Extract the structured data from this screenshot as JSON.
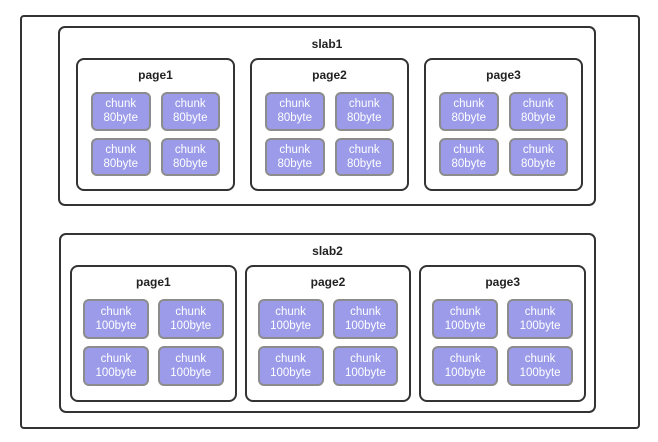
{
  "diagram": {
    "colors": {
      "canvas_bg": "#ffffff",
      "box_border": "#333333",
      "label_text": "#222222",
      "chunk_fill": "#9b9bea",
      "chunk_border": "#8c8c8c",
      "chunk_text": "#ffffff"
    },
    "slabs": [
      {
        "title": "slab1",
        "pages": [
          {
            "title": "page1",
            "chunks": [
              {
                "line1": "chunk",
                "line2": "80byte"
              },
              {
                "line1": "chunk",
                "line2": "80byte"
              },
              {
                "line1": "chunk",
                "line2": "80byte"
              },
              {
                "line1": "chunk",
                "line2": "80byte"
              }
            ]
          },
          {
            "title": "page2",
            "chunks": [
              {
                "line1": "chunk",
                "line2": "80byte"
              },
              {
                "line1": "chunk",
                "line2": "80byte"
              },
              {
                "line1": "chunk",
                "line2": "80byte"
              },
              {
                "line1": "chunk",
                "line2": "80byte"
              }
            ]
          },
          {
            "title": "page3",
            "chunks": [
              {
                "line1": "chunk",
                "line2": "80byte"
              },
              {
                "line1": "chunk",
                "line2": "80byte"
              },
              {
                "line1": "chunk",
                "line2": "80byte"
              },
              {
                "line1": "chunk",
                "line2": "80byte"
              }
            ]
          }
        ]
      },
      {
        "title": "slab2",
        "pages": [
          {
            "title": "page1",
            "chunks": [
              {
                "line1": "chunk",
                "line2": "100byte"
              },
              {
                "line1": "chunk",
                "line2": "100byte"
              },
              {
                "line1": "chunk",
                "line2": "100byte"
              },
              {
                "line1": "chunk",
                "line2": "100byte"
              }
            ]
          },
          {
            "title": "page2",
            "chunks": [
              {
                "line1": "chunk",
                "line2": "100byte"
              },
              {
                "line1": "chunk",
                "line2": "100byte"
              },
              {
                "line1": "chunk",
                "line2": "100byte"
              },
              {
                "line1": "chunk",
                "line2": "100byte"
              }
            ]
          },
          {
            "title": "page3",
            "chunks": [
              {
                "line1": "chunk",
                "line2": "100byte"
              },
              {
                "line1": "chunk",
                "line2": "100byte"
              },
              {
                "line1": "chunk",
                "line2": "100byte"
              },
              {
                "line1": "chunk",
                "line2": "100byte"
              }
            ]
          }
        ]
      }
    ]
  }
}
